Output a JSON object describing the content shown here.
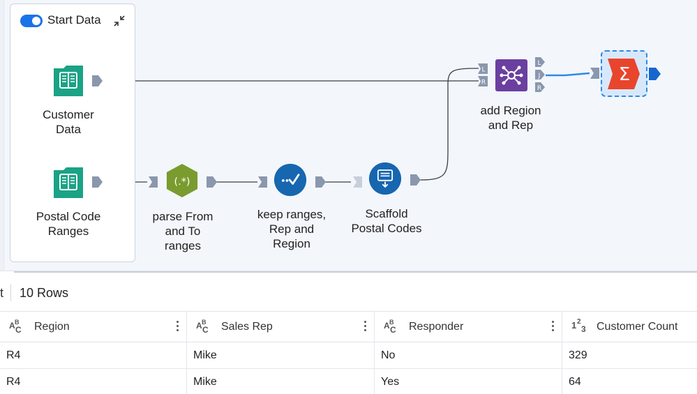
{
  "container": {
    "title": "Start Data",
    "enabled": true
  },
  "tools": {
    "customer_data": {
      "label_line1": "Customer",
      "label_line2": "Data",
      "color": "#1aa385"
    },
    "postal_code_ranges": {
      "label_line1": "Postal Code",
      "label_line2": "Ranges",
      "color": "#1aa385"
    },
    "parse": {
      "label_line1": "parse From",
      "label_line2": "and To",
      "label_line3": "ranges",
      "glyph": "(.*)",
      "color": "#7a9b2e"
    },
    "keep": {
      "label_line1": "keep ranges,",
      "label_line2": "Rep and",
      "label_line3": "Region",
      "color": "#1766b0"
    },
    "scaffold": {
      "label_line1": "Scaffold",
      "label_line2": "Postal Codes",
      "color": "#1766b0"
    },
    "join": {
      "label_line1": "add Region",
      "label_line2": "and Rep",
      "color": "#6b3fa0",
      "in_anchors": [
        "L",
        "R"
      ],
      "out_anchors": [
        "L",
        "J",
        "R"
      ]
    },
    "summarize": {
      "glyph": "Σ",
      "color": "#e8452c"
    }
  },
  "results": {
    "cut_label": "t",
    "row_count": "10 Rows"
  },
  "table": {
    "columns": [
      {
        "type": "ABC",
        "name": "Region"
      },
      {
        "type": "ABC",
        "name": "Sales Rep"
      },
      {
        "type": "ABC",
        "name": "Responder"
      },
      {
        "type": "123",
        "name": "Customer Count"
      }
    ],
    "rows": [
      [
        "R4",
        "Mike",
        "No",
        "329"
      ],
      [
        "R4",
        "Mike",
        "Yes",
        "64"
      ]
    ]
  },
  "colors": {
    "accent": "#1a73e8",
    "anchor": "#8a97ad",
    "wire": "#3a3f4a",
    "selected_wire": "#2b8be6"
  }
}
